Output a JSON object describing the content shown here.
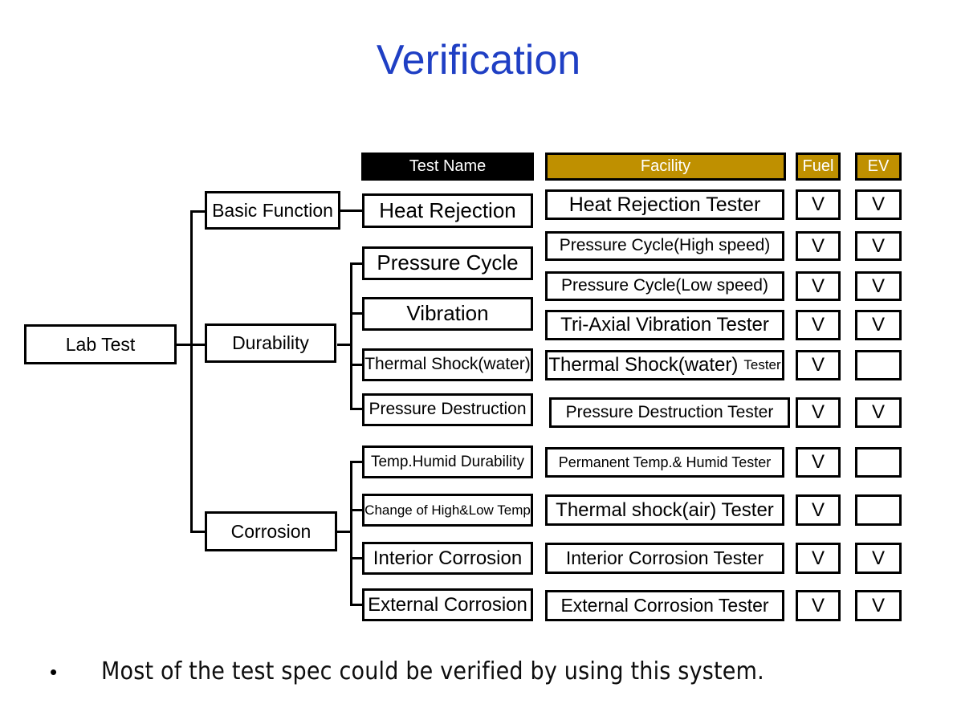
{
  "slide": {
    "title": "Verification",
    "title_color": "#1F3FC4",
    "background": "#FFFFFF"
  },
  "theme": {
    "header_black": "#000000",
    "header_gold": "#BF9000",
    "header_text": "#FFFFFF",
    "box_border": "#000000",
    "box_fill": "#FFFFFF"
  },
  "table_headers": {
    "test_name": "Test Name",
    "facility": "Facility",
    "fuel": "Fuel",
    "ev": "EV"
  },
  "tree": {
    "root": {
      "label": "Lab Test"
    },
    "categories": [
      {
        "label": "Basic Function"
      },
      {
        "label": "Durability"
      },
      {
        "label": "Corrosion"
      }
    ]
  },
  "test_names": [
    {
      "label": "Heat Rejection"
    },
    {
      "label": "Pressure Cycle"
    },
    {
      "label": "Vibration"
    },
    {
      "label": "Thermal Shock(water)"
    },
    {
      "label": "Pressure Destruction"
    },
    {
      "label": "Temp.Humid Durability"
    },
    {
      "label": "Change of High&Low Temp"
    },
    {
      "label": "Interior Corrosion"
    },
    {
      "label": "External Corrosion"
    }
  ],
  "rows": [
    {
      "facility": "Heat Rejection Tester",
      "facility_suffix": "",
      "fuel": "V",
      "ev": "V"
    },
    {
      "facility": "Pressure Cycle(High speed)",
      "facility_suffix": "",
      "fuel": "V",
      "ev": "V"
    },
    {
      "facility": "Pressure Cycle(Low speed)",
      "facility_suffix": "",
      "fuel": "V",
      "ev": "V"
    },
    {
      "facility": "Tri-Axial Vibration Tester",
      "facility_suffix": "",
      "fuel": "V",
      "ev": "V"
    },
    {
      "facility": "Thermal Shock(water)",
      "facility_suffix": "Tester",
      "fuel": "V",
      "ev": ""
    },
    {
      "facility": "Pressure Destruction Tester",
      "facility_suffix": "",
      "fuel": "V",
      "ev": "V"
    },
    {
      "facility": "Permanent Temp.& Humid Tester",
      "facility_suffix": "",
      "fuel": "V",
      "ev": ""
    },
    {
      "facility": "Thermal shock(air) Tester",
      "facility_suffix": "",
      "fuel": "V",
      "ev": ""
    },
    {
      "facility": "Interior Corrosion Tester",
      "facility_suffix": "",
      "fuel": "V",
      "ev": "V"
    },
    {
      "facility": "External Corrosion Tester",
      "facility_suffix": "",
      "fuel": "V",
      "ev": "V"
    }
  ],
  "footer": {
    "bullet": "•",
    "text": "Most of the test spec could be verified by using this system."
  }
}
